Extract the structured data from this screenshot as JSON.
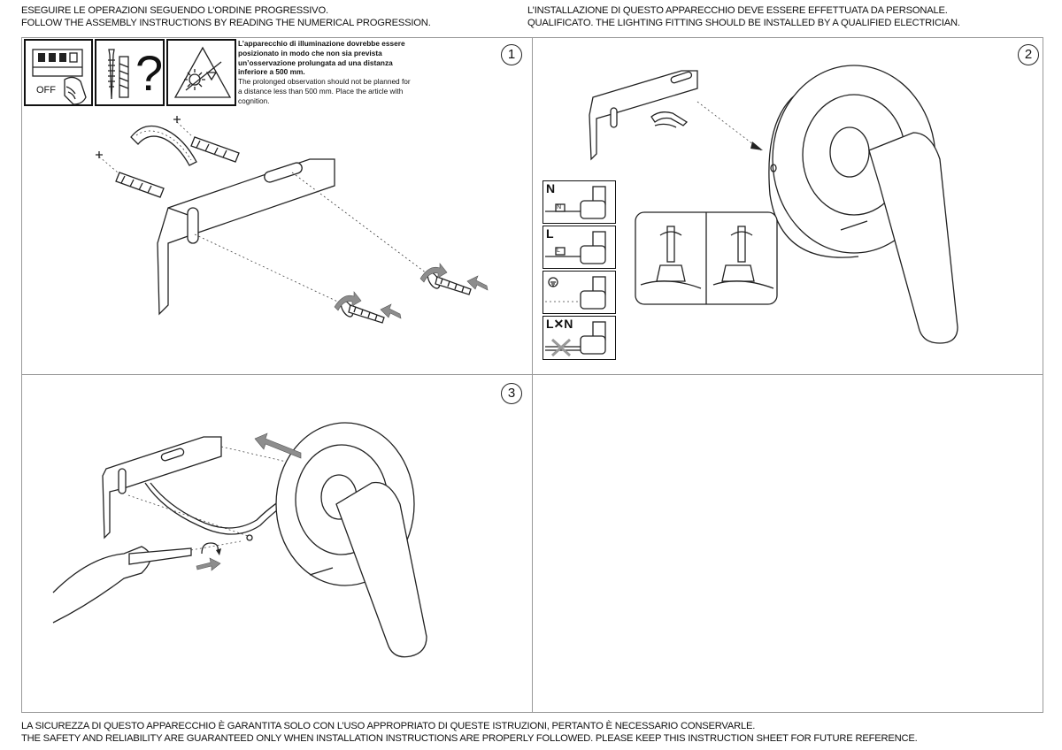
{
  "header": {
    "left_line1": "ESEGUIRE LE OPERAZIONI SEGUENDO L’ORDINE PROGRESSIVO.",
    "left_line2": "FOLLOW THE ASSEMBLY INSTRUCTIONS BY READING THE NUMERICAL PROGRESSION.",
    "right_line1": "L’INSTALLAZIONE DI QUESTO APPARECCHIO DEVE ESSERE EFFETTUATA DA PERSONALE.",
    "right_line2": "QUALIFICATO. THE LIGHTING FITTING SHOULD BE INSTALLED BY A QUALIFIED ELECTRICIAN."
  },
  "steps": {
    "one": "1",
    "two": "2",
    "three": "3"
  },
  "warning": {
    "off_label": "OFF",
    "question_mark": "?",
    "it_text": "L’apparecchio di illuminazione dovrebbe essere posizionato in modo che non sia prevista un’osservazione prolungata ad una distanza inferiore a 500 mm.",
    "en_text": "The prolonged observation should not be planned for a distance less than 500 mm. Place the article with cognition."
  },
  "wiring": {
    "n": "N",
    "l": "L",
    "ln": "L✕N",
    "tag_n": "N",
    "tag_l": "L"
  },
  "footer": {
    "line1": "LA SICUREZZA DI QUESTO APPARECCHIO È GARANTITA SOLO CON L’USO APPROPRIATO DI QUESTE ISTRUZIONI, PERTANTO È NECESSARIO CONSERVARLE.",
    "line2": "THE SAFETY AND RELIABILITY ARE GUARANTEED ONLY WHEN INSTALLATION INSTRUCTIONS ARE PROPERLY FOLLOWED. PLEASE KEEP THIS INSTRUCTION SHEET FOR FUTURE REFERENCE."
  },
  "colors": {
    "line": "#222222",
    "frame": "#999999",
    "arrow": "#8d8d8d"
  }
}
